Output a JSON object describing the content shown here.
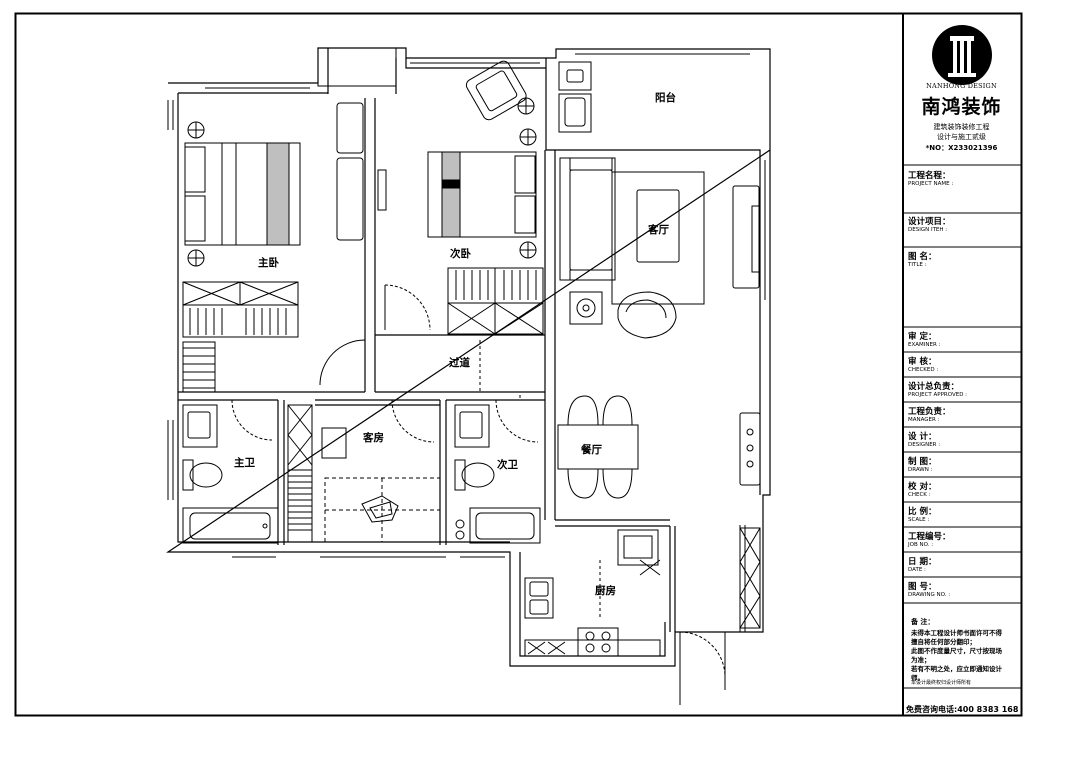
{
  "title_block": {
    "brand_en": "NANHONG DESIGN",
    "brand_cn": "南鸿装饰",
    "sub1": "建筑装饰装修工程",
    "sub2": "设计与施工贰级",
    "cert_no": "*NO：X233021396",
    "rows": [
      {
        "cn": "工程名程：",
        "en": "PROJECT NAME :"
      },
      {
        "cn": "设计项目：",
        "en": "DESIGN ITEH :"
      },
      {
        "cn": "图 名：",
        "en": "TITLE :"
      },
      {
        "cn": "审 定：",
        "en": "EXAMINER :"
      },
      {
        "cn": "审 核：",
        "en": "CHECKED :"
      },
      {
        "cn": "设计总负责：",
        "en": "PROJECT APPROVED :"
      },
      {
        "cn": "工程负责：",
        "en": "MANAGER :"
      },
      {
        "cn": "设 计：",
        "en": "DESIGNER :"
      },
      {
        "cn": "制 图：",
        "en": "DRAWN :"
      },
      {
        "cn": "校 对：",
        "en": "CHECK :"
      },
      {
        "cn": "比 例：",
        "en": "SCALE :"
      },
      {
        "cn": "工程编号：",
        "en": "JOB NO. :"
      },
      {
        "cn": "日 期：",
        "en": "DATE :"
      },
      {
        "cn": "图 号：",
        "en": "DRAWING NO. :"
      }
    ],
    "notes_title": "备 注：",
    "notes": [
      "未得本工程设计师书面许可不得",
      "擅自将任何部分翻印；",
      "此图不作度量尺寸，尺寸按现场",
      "为准；",
      "若有不明之处，应立即通知设计",
      "师。"
    ],
    "notes_small": "本设计最终权归设计师所有",
    "phone": "免费咨询电话:400 8383 168"
  },
  "rooms": {
    "master_bedroom": "主卧",
    "second_bedroom": "次卧",
    "balcony": "阳台",
    "living_room": "客厅",
    "corridor": "过道",
    "master_bath": "主卫",
    "guest_room": "客房",
    "second_bath": "次卫",
    "dining_room": "餐厅",
    "kitchen": "厨房"
  }
}
